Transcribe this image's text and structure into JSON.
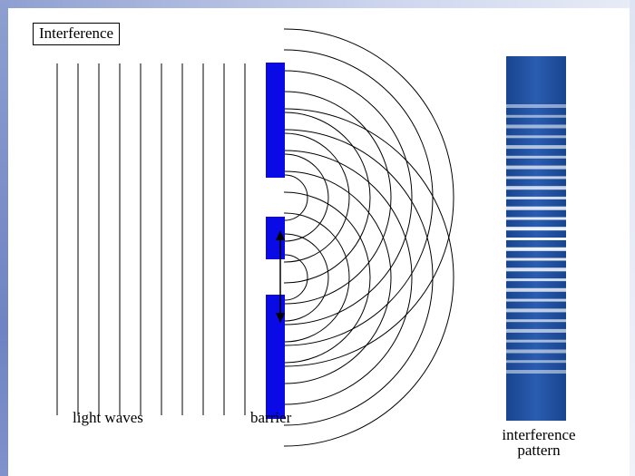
{
  "title": "Interference",
  "labels": {
    "light_waves": "light waves",
    "barrier": "barrier",
    "pattern_line1": "interference",
    "pattern_line2": "pattern"
  },
  "colors": {
    "barrier": "#0a0ae6",
    "screen": "#1f4ea1",
    "fringe_bright": "#ffffff",
    "frame": "#8e9fd0"
  },
  "plane_wavefronts": 10,
  "wavefronts_per_slit": 8,
  "fringe_count": 27,
  "arrows": "double-headed arrow between slits"
}
